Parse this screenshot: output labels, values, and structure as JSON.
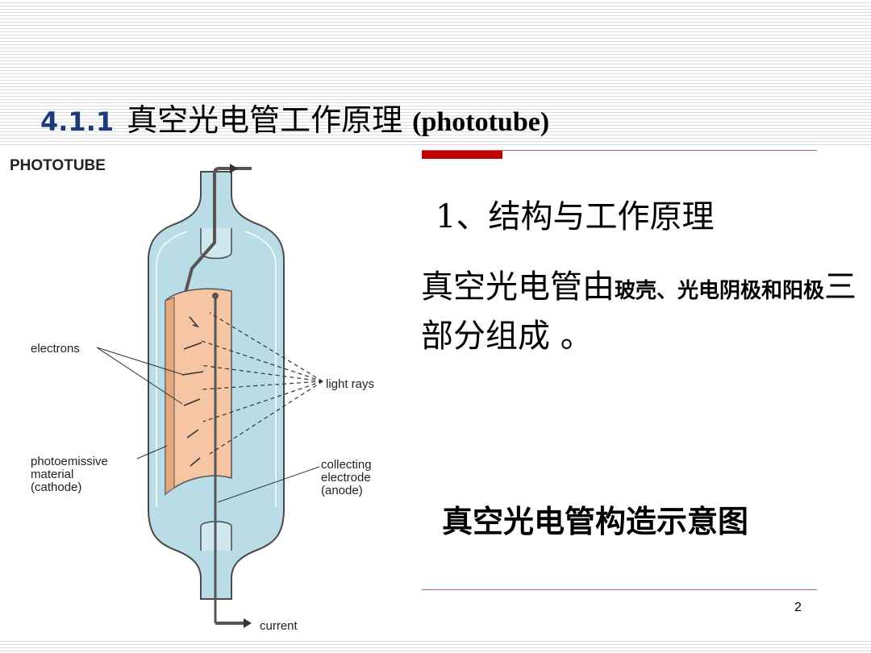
{
  "slide": {
    "title_number": "4.1.1",
    "title_zh": "真空光电管工作原理",
    "title_en": "(phototube)",
    "section_heading": "1、结构与工作原理",
    "paragraph": {
      "part1": "真空光电管由",
      "part2_bold": "玻壳、光电阴极和阳极",
      "part3": "三部分组成 。"
    },
    "caption": "真空光电管构造示意图",
    "page_number": "2"
  },
  "diagram": {
    "heading": "PHOTOTUBE",
    "labels": {
      "electrons": "electrons",
      "light_rays": "light rays",
      "cathode_line1": "photoemissive",
      "cathode_line2": "material",
      "cathode_line3": "(cathode)",
      "anode_line1": "collecting",
      "anode_line2": "electrode",
      "anode_line3": "(anode)",
      "current": "current"
    }
  },
  "colors": {
    "title_number": "#1f3a7a",
    "accent_red": "#c00000",
    "glass": "#b9dce6",
    "cathode": "#f6c5a3"
  }
}
